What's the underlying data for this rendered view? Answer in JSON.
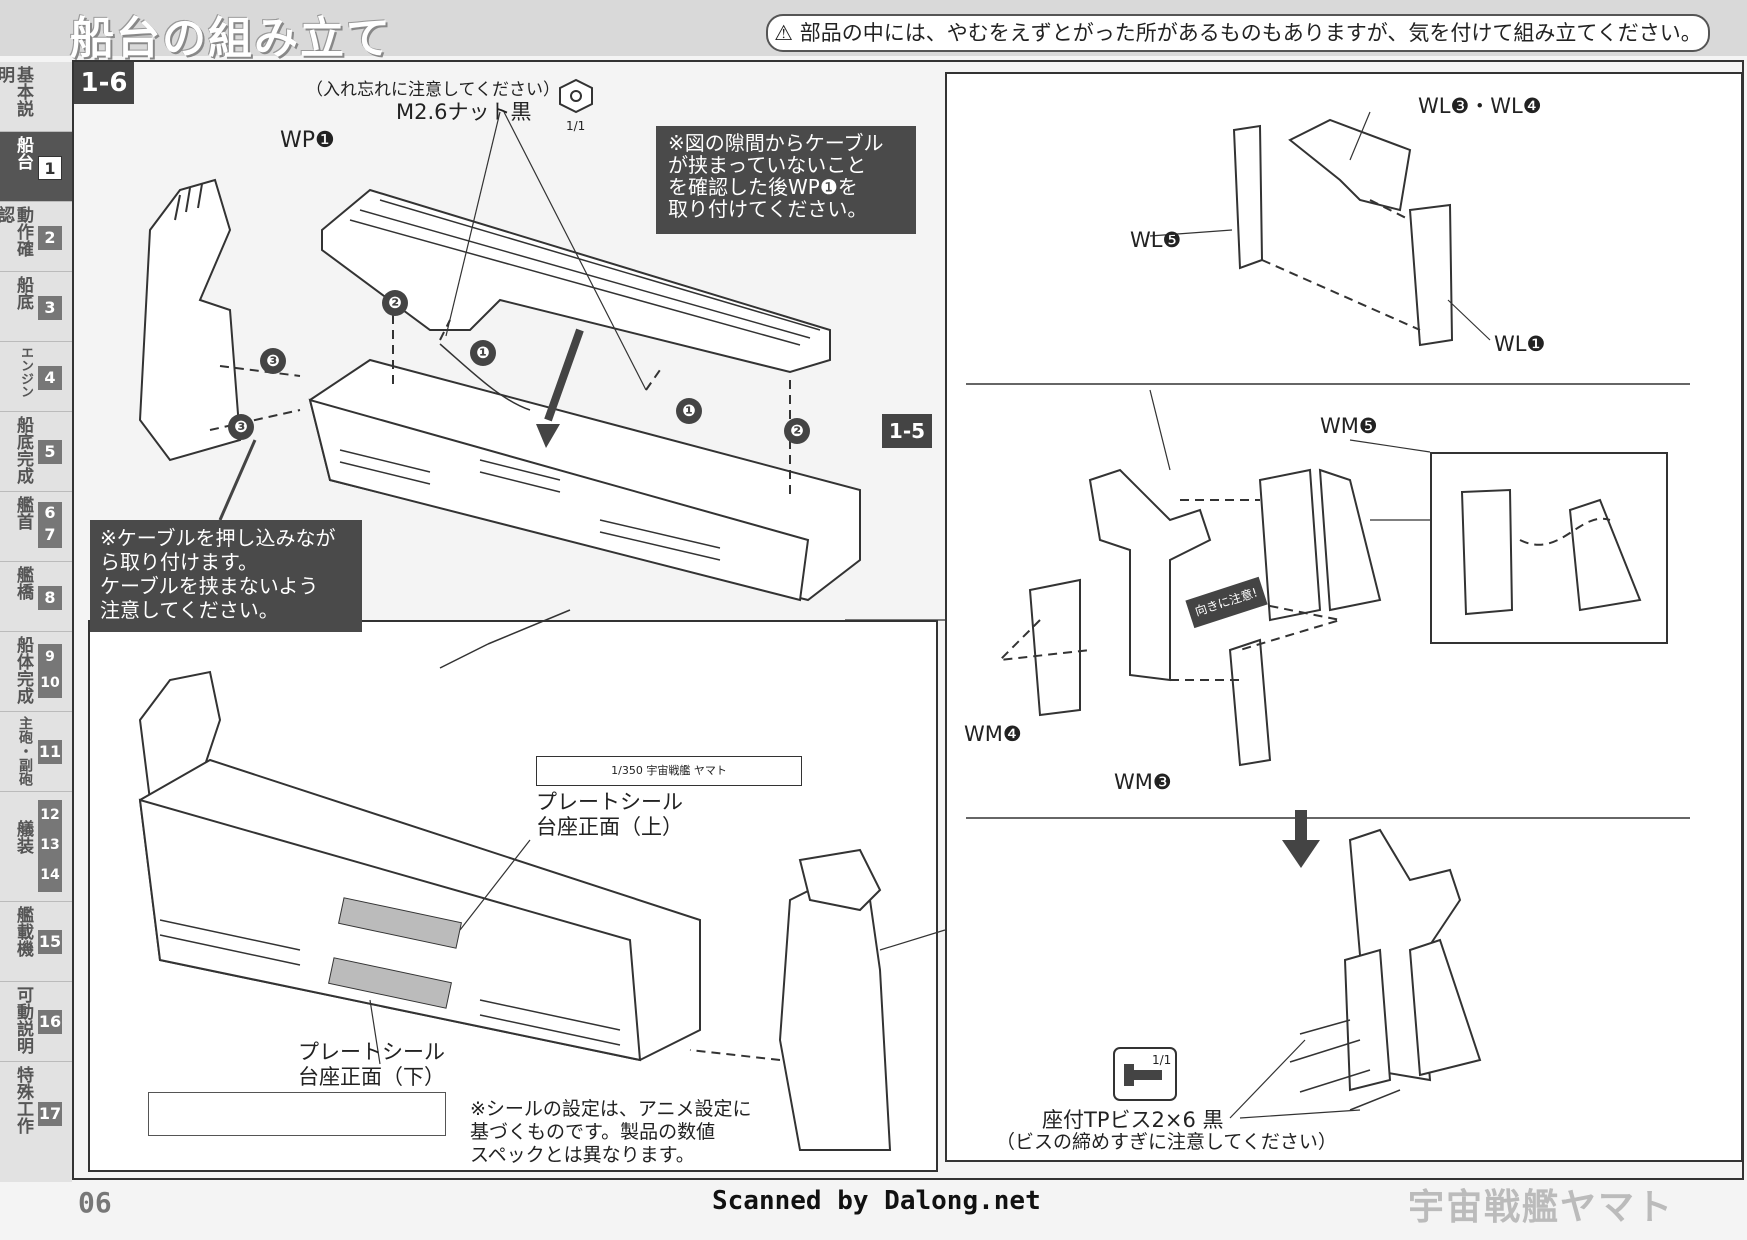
{
  "header": {
    "title": "船台の組み立て",
    "warning": "⚠ 部品の中には、やむをえずとがった所があるものもありますが、気を付けて組み立てください。"
  },
  "sidebar": {
    "items": [
      {
        "label": "基本説明",
        "num": ""
      },
      {
        "label": "船台",
        "num": "1"
      },
      {
        "label": "動作確認",
        "num": "2"
      },
      {
        "label": "船底",
        "num": "3"
      },
      {
        "label": "エンジン",
        "num": "4"
      },
      {
        "label": "船底完成",
        "num": "5"
      },
      {
        "label": "艦首",
        "num": "6 7"
      },
      {
        "label": "艦橋",
        "num": "8"
      },
      {
        "label": "船体完成",
        "num": "9 10"
      },
      {
        "label": "主砲・副砲",
        "num": "11"
      },
      {
        "label": "艤装",
        "num": "12 13 14"
      },
      {
        "label": "艦載機",
        "num": "15"
      },
      {
        "label": "可動説明",
        "num": "16"
      },
      {
        "label": "特殊工作",
        "num": "17"
      }
    ]
  },
  "step": {
    "number": "1-6",
    "ref": "1-5"
  },
  "top_left": {
    "nut_note": "（入れ忘れに注意してください）",
    "nut_name": "M2.6ナット黒",
    "nut_count": "1/1",
    "wp_label": "WP❶",
    "callout_cable_check": "※図の隙間からケーブル\nが挟まっていないこと\nを確認した後WP❶を\n取り付けてください。",
    "callout_cable_push": "※ケーブルを押し込みなが\nら取り付けます。\nケーブルを挟まないよう\n注意してください。",
    "steps": [
      "❶",
      "❷",
      "❸"
    ]
  },
  "bottom_left": {
    "decal_box_text": "1/350 宇宙戦艦 ヤマト",
    "plate_upper": "プレートシール\n台座正面（上）",
    "plate_lower": "プレートシール\n台座正面（下）",
    "note": "※シールの設定は、アニメ設定に\n基づくものです。製品の数値\nスペックとは異なります。"
  },
  "right": {
    "wl_labels": [
      "WL❸・WL❹",
      "WL❺",
      "WL❶"
    ],
    "wm_labels": [
      "WM❺",
      "WM❹",
      "WM❸"
    ],
    "caution_tag": "向きに注意!",
    "screw_count": "1/1",
    "screw_name": "座付TPビス2×6 黒",
    "screw_note": "（ビスの締めすぎに注意してください）"
  },
  "footer": {
    "page": "06",
    "scanned": "Scanned by Dalong.net",
    "brand": "宇宙戦艦ヤマト"
  }
}
